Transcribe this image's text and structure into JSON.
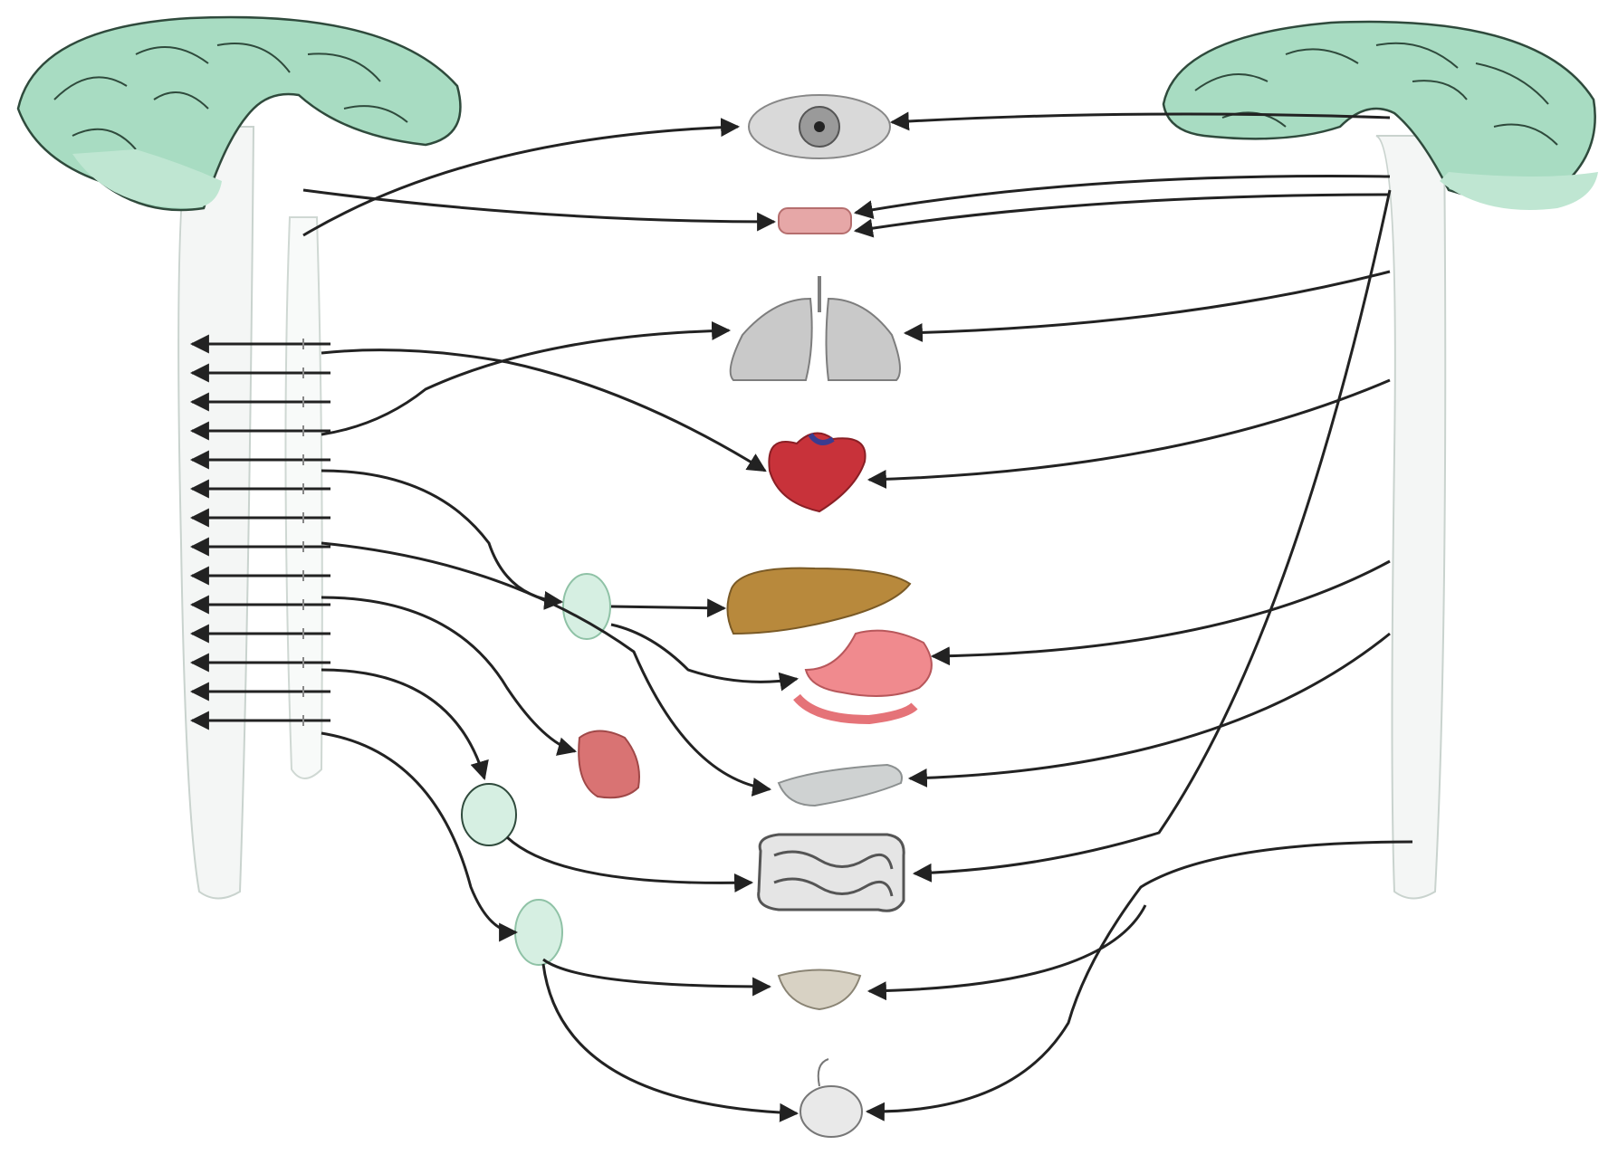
{
  "diagram": {
    "kind": "autonomic nervous system schematic",
    "colors": {
      "brain": "#a8dcc2",
      "brain_outline": "#2f4a3c",
      "cord": "#f4f6f5",
      "cord_outline": "#c9d3ce",
      "ganglion": "#d6efe2",
      "nerve": "#222222",
      "eye": "#9a9a9a",
      "gland": "#e6a7a7",
      "lung": "#c9c9c9",
      "heart": "#c8323a",
      "liver": "#b8893c",
      "stomach": "#f08a8e",
      "adrenal": "#d97373",
      "pancreas": "#cfd2d2",
      "intestine": "#9c9c9c",
      "bladder": "#d8d2c4",
      "genital": "#e9e9e9"
    },
    "organs": [
      "eye",
      "salivary-gland",
      "lungs",
      "heart",
      "liver",
      "stomach",
      "adrenal-gland",
      "pancreas",
      "intestines",
      "bladder",
      "genital-organs"
    ],
    "ganglia_count": 3,
    "chain_rows": 14
  }
}
